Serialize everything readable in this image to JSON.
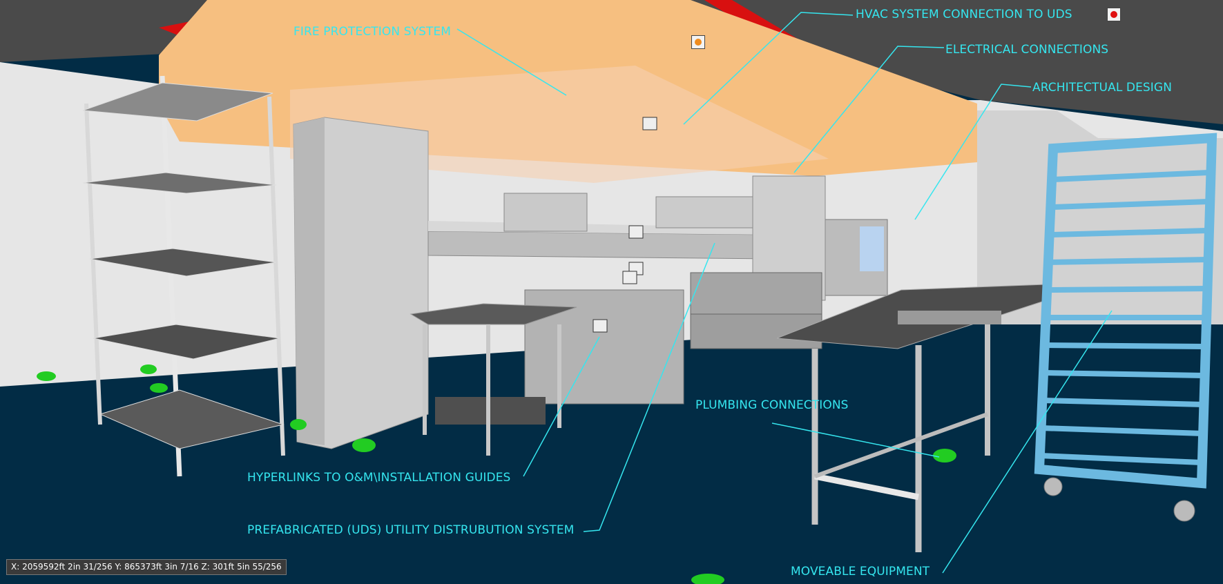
{
  "callouts": {
    "fire_protection": "FIRE PROTECTION SYSTEM",
    "hvac": "HVAC SYSTEM CONNECTION TO UDS",
    "electrical": "ELECTRICAL CONNECTIONS",
    "architectural": "ARCHITECTUAL DESIGN",
    "plumbing": "PLUMBING CONNECTIONS",
    "hyperlinks": "HYPERLINKS TO O&M\\INSTALLATION GUIDES",
    "uds": "PREFABRICATED (UDS) UTILITY DISTRUBUTION SYSTEM",
    "moveable": "MOVEABLE EQUIPMENT"
  },
  "status": {
    "coordinates": "X: 2059592ft 2in 31/256  Y: 865373ft 3in 7/16  Z: 301ft 5in 55/256"
  },
  "colors": {
    "floor": "#022c45",
    "callout_text": "#35e6ef",
    "ceiling_panel": "#f6bf80",
    "rack": "#6cb9e0",
    "marker_orange": "#f08c1e",
    "marker_red": "#e01010"
  },
  "icons": {
    "viewpoint_marker_orange": "orange-viewpoint-icon",
    "viewpoint_marker_red": "red-viewpoint-icon",
    "hyperlink_icon": "hyperlink-icon"
  }
}
